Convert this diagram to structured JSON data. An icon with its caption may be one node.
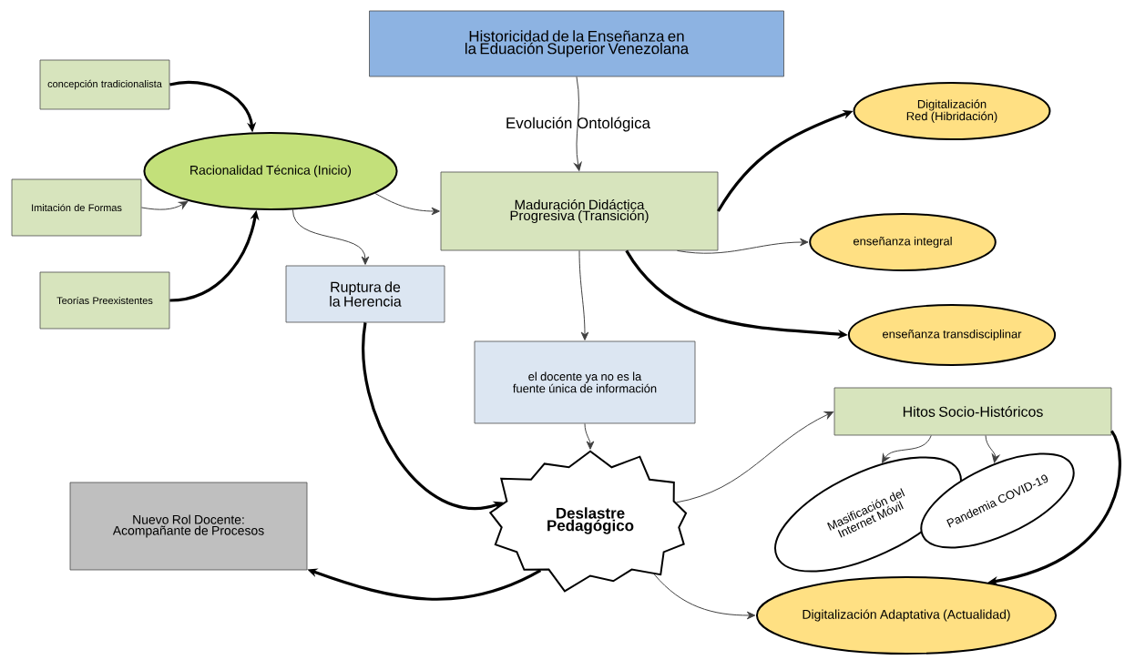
{
  "diagram": {
    "nodes": [
      {
        "text": [
          "Historicidad de la Enseñanza en la Eduación Superior Venezolana"
        ]
      },
      {
        "text": [
          "concepción tradicionalista"
        ]
      },
      {
        "text": [
          "Racionalidad Técnica (Inicio)"
        ]
      },
      {
        "text": [
          "Imitación de Formas"
        ]
      },
      {
        "text": [
          "Teorías Preexistentes"
        ]
      },
      {
        "text": [
          "Maduración Didáctica Progresiva (Transición)"
        ]
      },
      {
        "text": [
          "Ruptura de la Herencia"
        ]
      },
      {
        "text": [
          "Digitalización Red (Hibridación)"
        ]
      },
      {
        "text": [
          "enseñanza integral"
        ]
      },
      {
        "text": [
          "enseñanza transdisciplinar"
        ]
      },
      {
        "text": [
          "el docente ya no es la fuente única de información"
        ]
      },
      {
        "text": [
          "Hitos Socio-Históricos"
        ]
      },
      {
        "text": [
          "Deslastre Pedagógico"
        ]
      },
      {
        "text": [
          "Nuevo Rol Docente: Acompañante de Procesos"
        ]
      },
      {
        "text": [
          "Masificación del Internet Móvil"
        ]
      },
      {
        "text": [
          "Pandemia COVID-19"
        ]
      },
      {
        "text": [
          "Digitalización Adaptativa (Actualidad)"
        ]
      }
    ],
    "edges": [
      {
        "from": 0,
        "to": 5,
        "arrow": "to",
        "label": "Evolución Ontológica"
      },
      {
        "from": 1,
        "to": 2,
        "arrow": "to",
        "style": "thick"
      },
      {
        "from": 3,
        "to": 2,
        "arrow": "to"
      },
      {
        "from": 4,
        "to": 2,
        "arrow": "to",
        "style": "thick"
      },
      {
        "from": 2,
        "to": 6,
        "arrow": "to"
      },
      {
        "from": 2,
        "to": 5,
        "arrow": "to"
      },
      {
        "from": 5,
        "to": 7,
        "arrow": "to",
        "style": "thick"
      },
      {
        "from": 5,
        "to": 8,
        "arrow": "to"
      },
      {
        "from": 5,
        "to": 9,
        "arrow": "to",
        "style": "thick"
      },
      {
        "from": 5,
        "to": 10,
        "arrow": "to"
      },
      {
        "from": 6,
        "to": 12,
        "arrow": "to",
        "style": "thick"
      },
      {
        "from": 10,
        "to": 12,
        "arrow": "to"
      },
      {
        "from": 12,
        "to": 13,
        "arrow": "to",
        "style": "thick"
      },
      {
        "from": 12,
        "to": 11,
        "arrow": "to"
      },
      {
        "from": 11,
        "to": 14,
        "arrow": "to"
      },
      {
        "from": 11,
        "to": 15,
        "arrow": "to"
      },
      {
        "from": 12,
        "to": 16,
        "arrow": "to"
      },
      {
        "from": 11,
        "to": 16,
        "arrow": "to",
        "style": "thick"
      }
    ]
  }
}
